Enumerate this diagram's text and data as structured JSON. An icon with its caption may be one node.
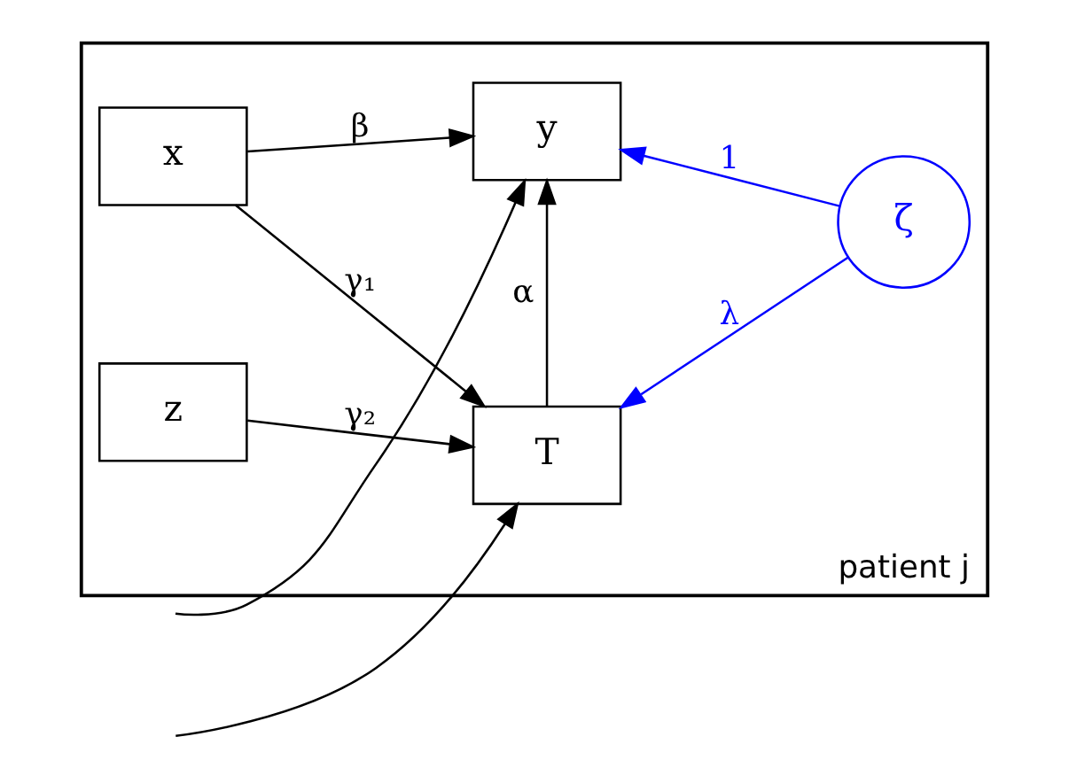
{
  "diagram": {
    "nodes": [
      {
        "text": [
          "patient j"
        ]
      },
      {
        "text": [
          "x"
        ],
        "in": 0
      },
      {
        "text": [
          "y"
        ],
        "in": 0
      },
      {
        "text": [
          "z"
        ],
        "in": 0
      },
      {
        "text": [
          "T"
        ],
        "in": 0
      },
      {
        "text": [
          "ζ"
        ],
        "in": 0
      }
    ],
    "edges": [
      {
        "from": 1,
        "to": 2,
        "arrow": "to",
        "label": "β"
      },
      {
        "from": 1,
        "to": 4,
        "arrow": "to",
        "label": "γ₁"
      },
      {
        "from": 3,
        "to": 4,
        "arrow": "to",
        "label": "γ₂"
      },
      {
        "from": 4,
        "to": 2,
        "arrow": "to",
        "label": "α"
      },
      {
        "from": 5,
        "to": 2,
        "arrow": "to",
        "label": "1",
        "color": "#0000ff"
      },
      {
        "from": 5,
        "to": 4,
        "arrow": "to",
        "label": "λ",
        "color": "#0000ff"
      },
      {
        "from": null,
        "to": 2,
        "arrow": "to"
      },
      {
        "from": null,
        "to": 4,
        "arrow": "to"
      }
    ]
  }
}
